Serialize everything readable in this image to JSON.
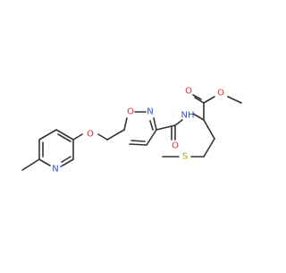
{
  "molecule": {
    "atom_labels": {
      "pyridine_n": "N",
      "ether_o": "O",
      "isoxazole_o": "O",
      "isoxazole_n": "N",
      "amide_o": "O",
      "amide_nh": "NH",
      "ester_carbonyl_o": "O",
      "ester_o": "O",
      "thioether_s": "S"
    },
    "colors": {
      "carbon_bond": "#333333",
      "oxygen": "#e03030",
      "nitrogen": "#3050d8",
      "sulfur": "#b8a000",
      "background": "#ffffff"
    }
  }
}
